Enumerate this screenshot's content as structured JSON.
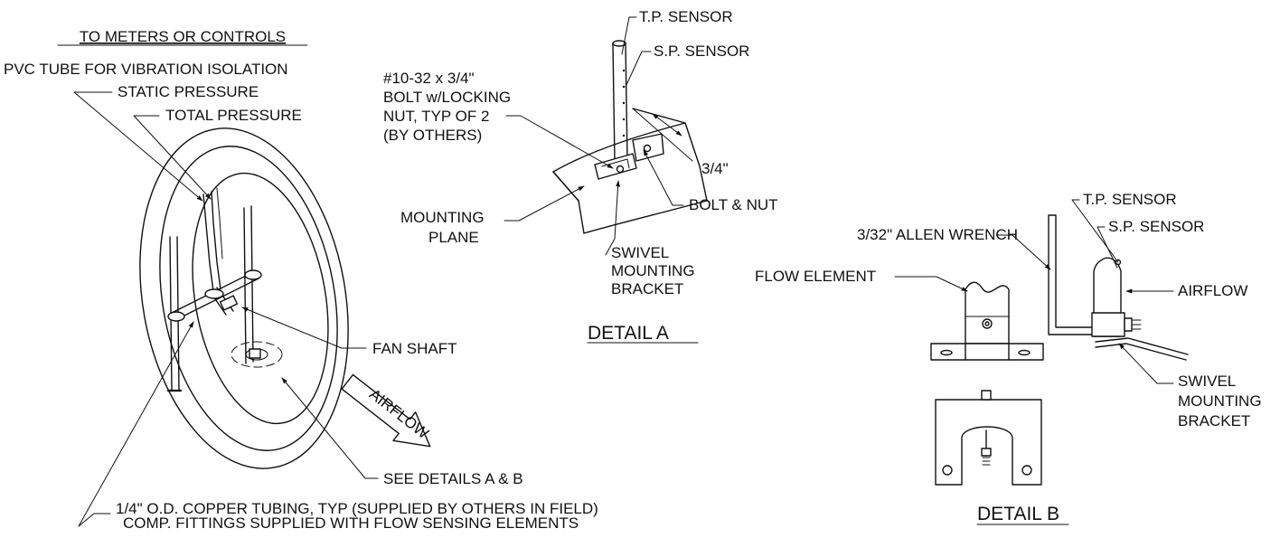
{
  "left_view": {
    "meters_heading": "TO METERS OR CONTROLS",
    "pvc_tube": "PVC TUBE FOR VIBRATION ISOLATION",
    "static_pressure": "STATIC PRESSURE",
    "total_pressure": "TOTAL PRESSURE",
    "fan_shaft": "FAN SHAFT",
    "airflow": "AIRFLOW",
    "see_details": "SEE DETAILS A & B",
    "copper_line1": "1/4\" O.D. COPPER TUBING, TYP (SUPPLIED BY OTHERS IN FIELD)",
    "copper_line2": "COMP. FITTINGS SUPPLIED WITH FLOW SENSING ELEMENTS"
  },
  "detail_a": {
    "title": "DETAIL  A",
    "tp_sensor": "T.P. SENSOR",
    "sp_sensor": "S.P. SENSOR",
    "bolt_line1": "#10-32 x 3/4\"",
    "bolt_line2": "BOLT w/LOCKING",
    "bolt_line3": "NUT, TYP OF 2",
    "bolt_line4": "(BY OTHERS)",
    "dimension": "3/4\"",
    "bolt_nut": "BOLT & NUT",
    "mounting_line1": "MOUNTING",
    "mounting_line2": "PLANE",
    "swivel_line1": "SWIVEL",
    "swivel_line2": "MOUNTING",
    "swivel_line3": "BRACKET"
  },
  "detail_b": {
    "title": "DETAIL B",
    "tp_sensor": "T.P. SENSOR",
    "sp_sensor": "S.P. SENSOR",
    "allen_wrench": "3/32\" ALLEN WRENCH",
    "flow_element": "FLOW ELEMENT",
    "airflow": "AIRFLOW",
    "swivel_line1": "SWIVEL",
    "swivel_line2": "MOUNTING",
    "swivel_line3": "BRACKET"
  },
  "colors": {
    "ink": "#111111",
    "background": "#ffffff"
  }
}
